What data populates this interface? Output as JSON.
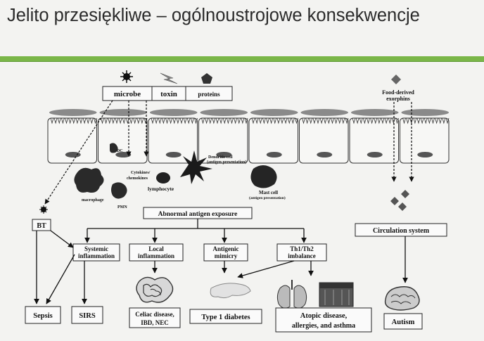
{
  "slide": {
    "title": "Jelito przesiękliwe – ogólnoustrojowe konsekwencje"
  },
  "diagram": {
    "top_boxes": {
      "microbe": "microbe",
      "toxin": "toxin",
      "proteins": "proteins"
    },
    "food_label_line1": "Food-derived",
    "food_label_line2": "exorphins",
    "cells": {
      "cytokines_line1": "Cytokines/",
      "cytokines_line2": "chemokines",
      "dendritic_line1": "Dendritic cell",
      "dendritic_line2": "(antigen presentation)",
      "lymphocyte": "lymphocyte",
      "mast_line1": "Mast cell",
      "mast_line2": "(antigen presentation)",
      "macrophage": "macrophage",
      "pmn": "PMN",
      "dc_short": "DC"
    },
    "nodes": {
      "abnormal": "Abnormal antigen exposure",
      "bt": "BT",
      "systemic_line1": "Systemic",
      "systemic_line2": "inflammation",
      "local_line1": "Local",
      "local_line2": "inflammation",
      "antigenic_line1": "Antigenic",
      "antigenic_line2": "mimicry",
      "th_line1": "Th1/Th2",
      "th_line2": "imbalance",
      "circulation": "Circulation system",
      "sepsis": "Sepsis",
      "sirs": "SIRS",
      "celiac_line1": "Celiac disease,",
      "celiac_line2": "IBD, NEC",
      "diabetes": "Type 1 diabetes",
      "atopic_line1": "Atopic disease,",
      "atopic_line2": "allergies, and asthma",
      "autism": "Autism"
    },
    "icons": {
      "microbe": "spiky-microbe-icon",
      "toxin": "lightning-bolt-icon",
      "protein": "pentagon-icon",
      "food": "diamond-icon",
      "colon": "intestine-icon",
      "pancreas": "pancreas-icon",
      "lungs": "lungs-icon",
      "skin": "skin-section-icon",
      "brain": "brain-icon"
    },
    "colors": {
      "accent_bar": "#7ab648",
      "cell_outline": "#333333",
      "ink": "#111111"
    }
  }
}
